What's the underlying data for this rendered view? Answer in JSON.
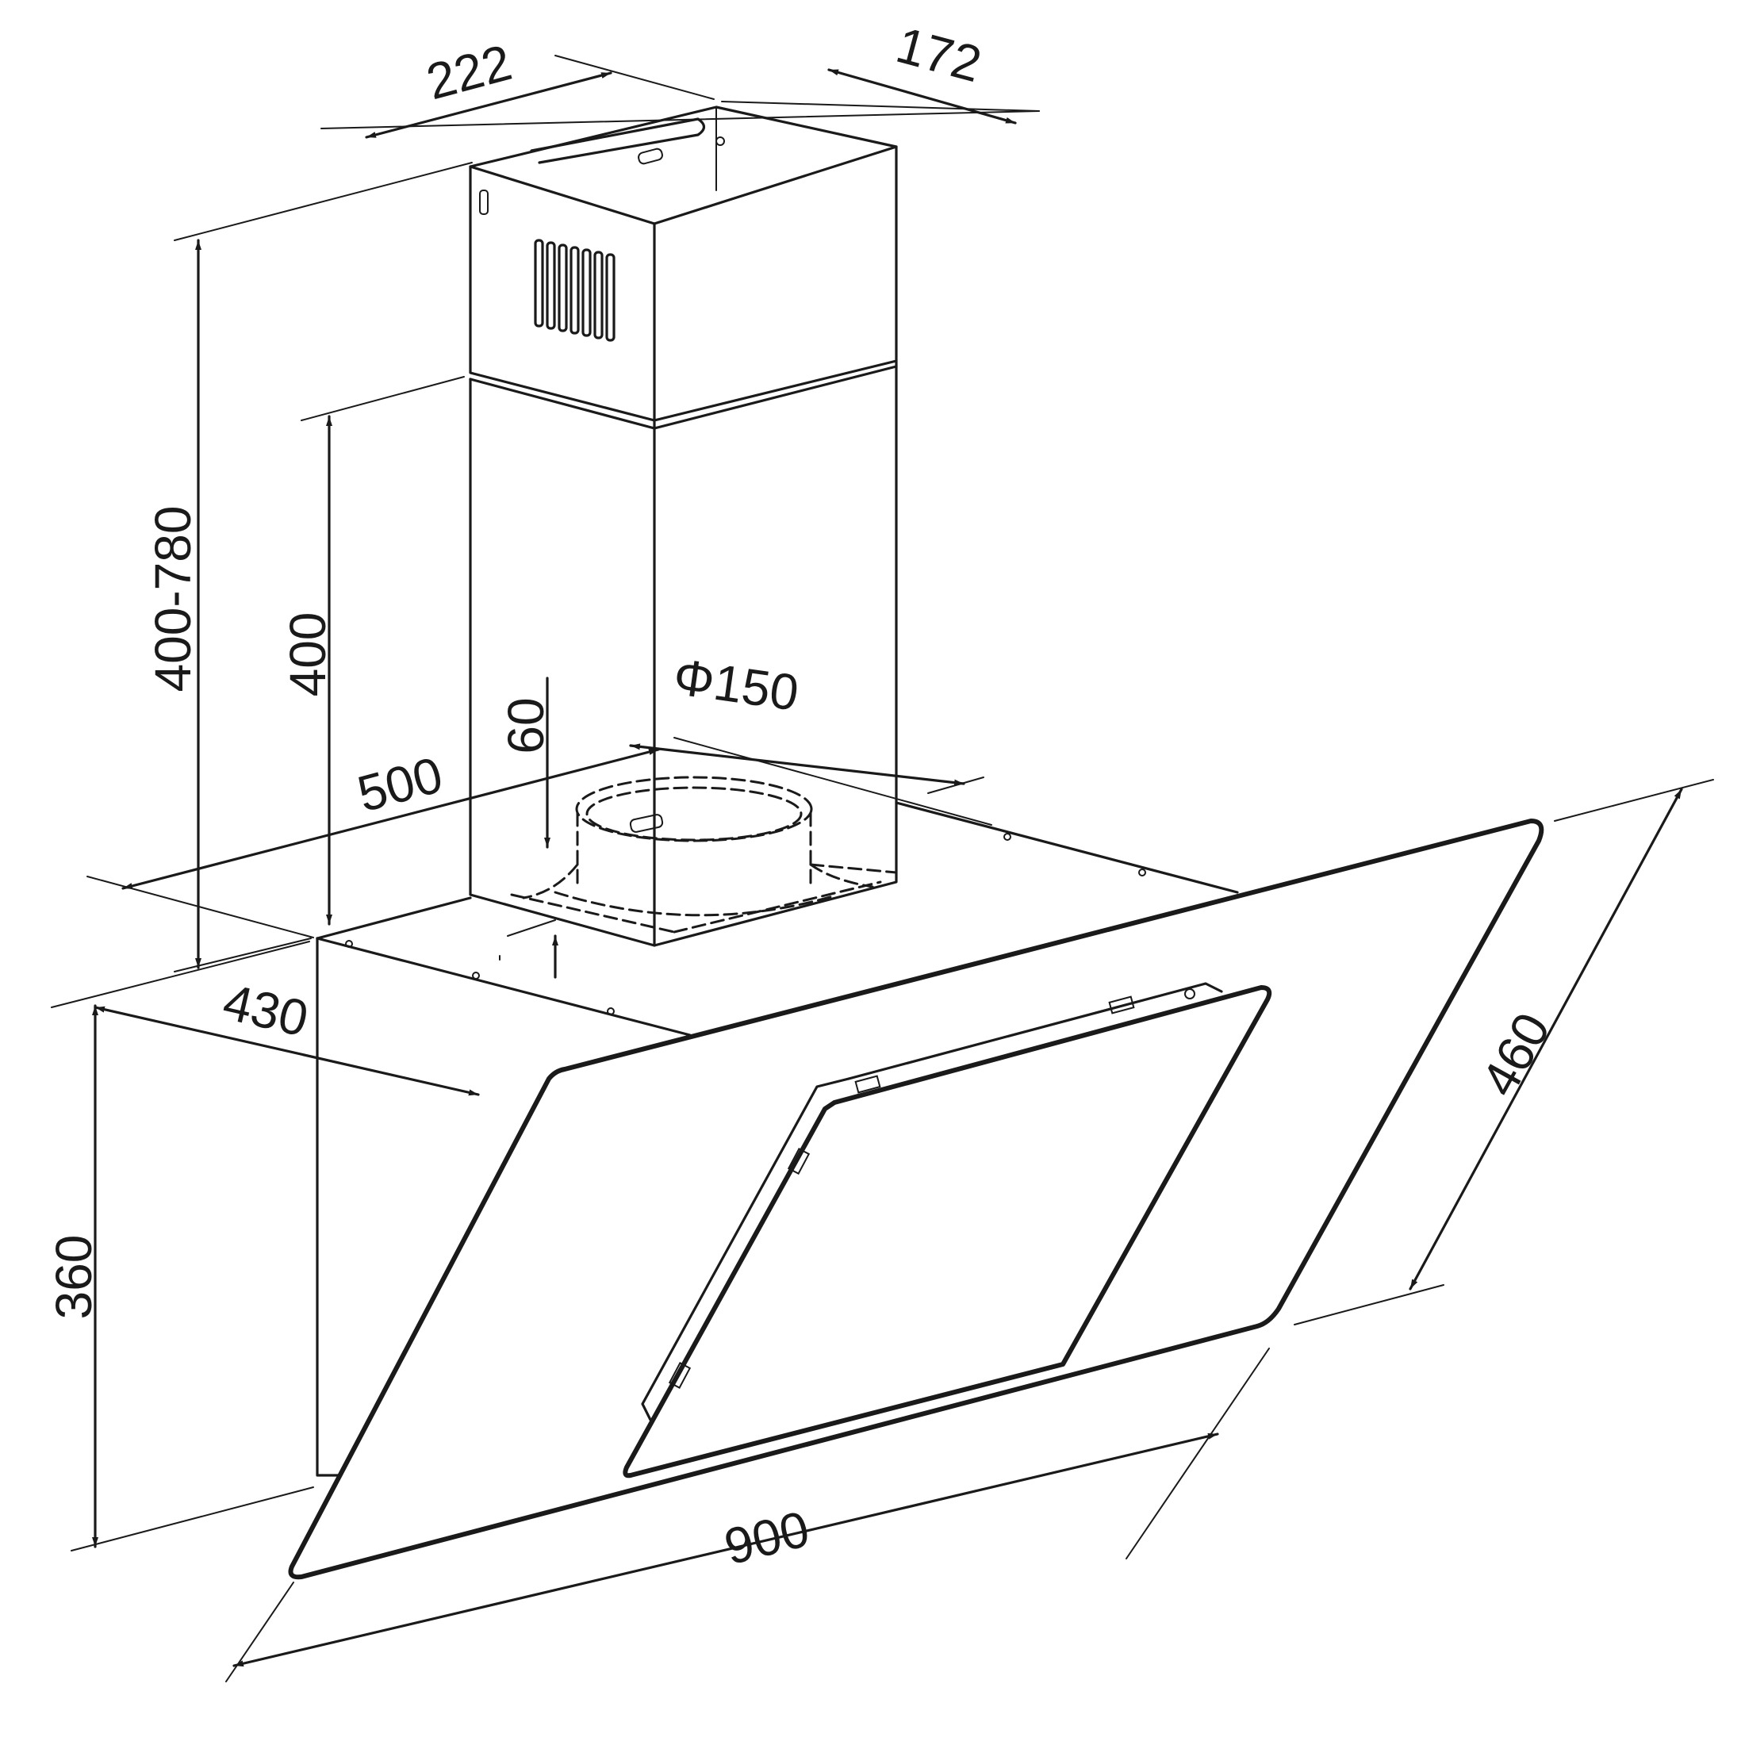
{
  "drawing": {
    "colors": {
      "line": "#1a1a1a",
      "background": "#ffffff"
    },
    "dimensions": {
      "chimney_width": "222",
      "chimney_depth": "172",
      "total_height": "400-780",
      "chimney_height": "400",
      "outlet_offset": "60",
      "outlet_diameter": "Φ150",
      "body_width": "500",
      "depth": "430",
      "body_height": "360",
      "glass_height": "460",
      "hood_width": "900"
    }
  }
}
